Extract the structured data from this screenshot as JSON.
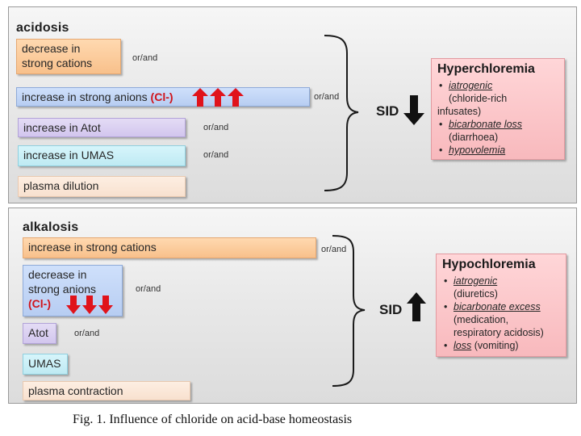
{
  "acidosis": {
    "heading": "acidosis",
    "boxes": {
      "decrease_cations": [
        "decrease in",
        "strong cations"
      ],
      "increase_anions": "increase in strong anions",
      "increase_anions_ion": "(Cl-)",
      "increase_atot": "increase in Atot",
      "increase_umas": "increase in UMAS",
      "plasma_dilution": "plasma dilution"
    },
    "orand": "or/and",
    "sid": "SID",
    "side_box": {
      "title": "Hyperchloremia",
      "items": [
        {
          "term": "iatrogenic",
          "detail": [
            "(chloride-rich",
            "infusates)"
          ]
        },
        {
          "term": "bicarbonate loss",
          "detail": [
            "(diarrhoea)"
          ]
        },
        {
          "term": "hypovolemia",
          "detail": []
        }
      ]
    }
  },
  "alkalosis": {
    "heading": "alkalosis",
    "boxes": {
      "increase_cations": "increase in strong cations",
      "decrease_anions": [
        "decrease in",
        "strong anions"
      ],
      "decrease_anions_ion": "(Cl-)",
      "atot": "Atot",
      "umas": "UMAS",
      "plasma_contraction": "plasma contraction"
    },
    "orand": "or/and",
    "sid": "SID",
    "side_box": {
      "title": "Hypochloremia",
      "items": [
        {
          "term": "iatrogenic",
          "detail": [
            "(diuretics)"
          ]
        },
        {
          "term": "bicarbonate excess",
          "detail": [
            "(medication,",
            "respiratory acidosis)"
          ]
        },
        {
          "term": "loss",
          "detail": [
            " (vomiting)"
          ]
        }
      ]
    }
  },
  "colors": {
    "chloride": "#d0141b",
    "arrow_red": "#e0131b",
    "arrow_black": "#111111"
  },
  "caption": "Fig. 1. Influence of chloride on acid-base homeostasis"
}
